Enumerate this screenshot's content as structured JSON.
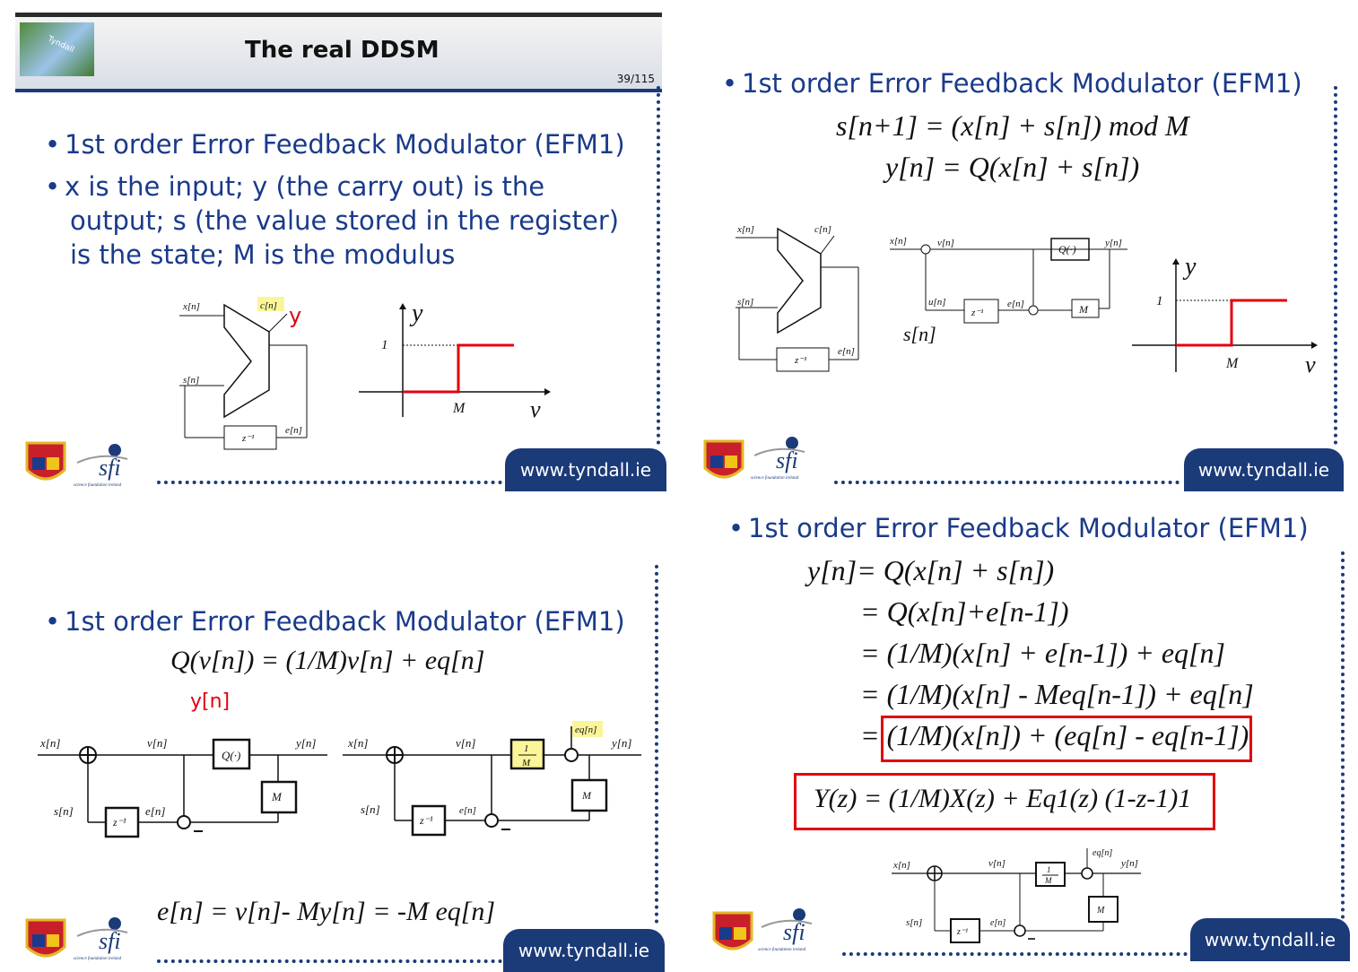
{
  "slide1": {
    "header_title": "The real DDSM",
    "page_num": "39/115",
    "bullet1": "1st order Error Feedback Modulator (EFM1)",
    "bullet2_line1": "x is the input; y (the carry out) is the",
    "bullet2_line2": "output; s (the value stored in the register)",
    "bullet2_line3": "is the state; M is the modulus",
    "y_annotation": "y",
    "url": "www.tyndall.ie"
  },
  "slide2": {
    "bullet": "1st order Error Feedback Modulator (EFM1)",
    "eq1": "s[n+1] = (x[n] + s[n]) mod M",
    "eq2": "y[n] = Q(x[n] + s[n])",
    "s_label": "s[n]",
    "url": "www.tyndall.ie"
  },
  "slide3": {
    "bullet": "1st order Error Feedback Modulator (EFM1)",
    "eq_q": "Q(v[n]) = (1/M)v[n] + eq[n]",
    "y_annotation": "y[n]",
    "eq_e": "e[n] = v[n]- My[n] = -M eq[n]",
    "url": "www.tyndall.ie"
  },
  "slide4": {
    "bullet": "1st order Error Feedback Modulator (EFM1)",
    "lines": [
      "y[n]= Q(x[n] + s[n])",
      "= Q(x[n]+e[n-1])",
      "= (1/M)(x[n] + e[n-1]) + eq[n]",
      "= (1/M)(x[n] - Meq[n-1]) + eq[n]",
      "= (1/M)(x[n]) + (eq[n] - eq[n-1])"
    ],
    "eq_z": "Y(z) = (1/M)X(z) + Eq1(z) (1-z-1)1",
    "url": "www.tyndall.ie"
  },
  "labels": {
    "one": "1",
    "M": "M",
    "v": "v",
    "y": "y",
    "sfi": "sfi",
    "sfi_sub": "science foundation ireland",
    "tyndall": "Tyndall"
  }
}
